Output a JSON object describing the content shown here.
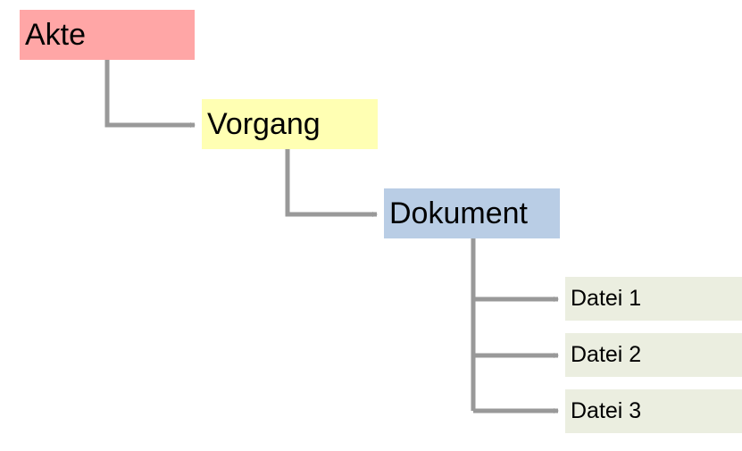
{
  "nodes": {
    "akte": {
      "label": "Akte",
      "color": "#ffa6a6"
    },
    "vorgang": {
      "label": "Vorgang",
      "color": "#ffffb3"
    },
    "dokument": {
      "label": "Dokument",
      "color": "#b9cde5"
    },
    "dateien": [
      {
        "label": "Datei 1",
        "color": "#ebeee0"
      },
      {
        "label": "Datei 2",
        "color": "#ebeee0"
      },
      {
        "label": "Datei 3",
        "color": "#ebeee0"
      }
    ]
  },
  "connector_color": "#999999"
}
